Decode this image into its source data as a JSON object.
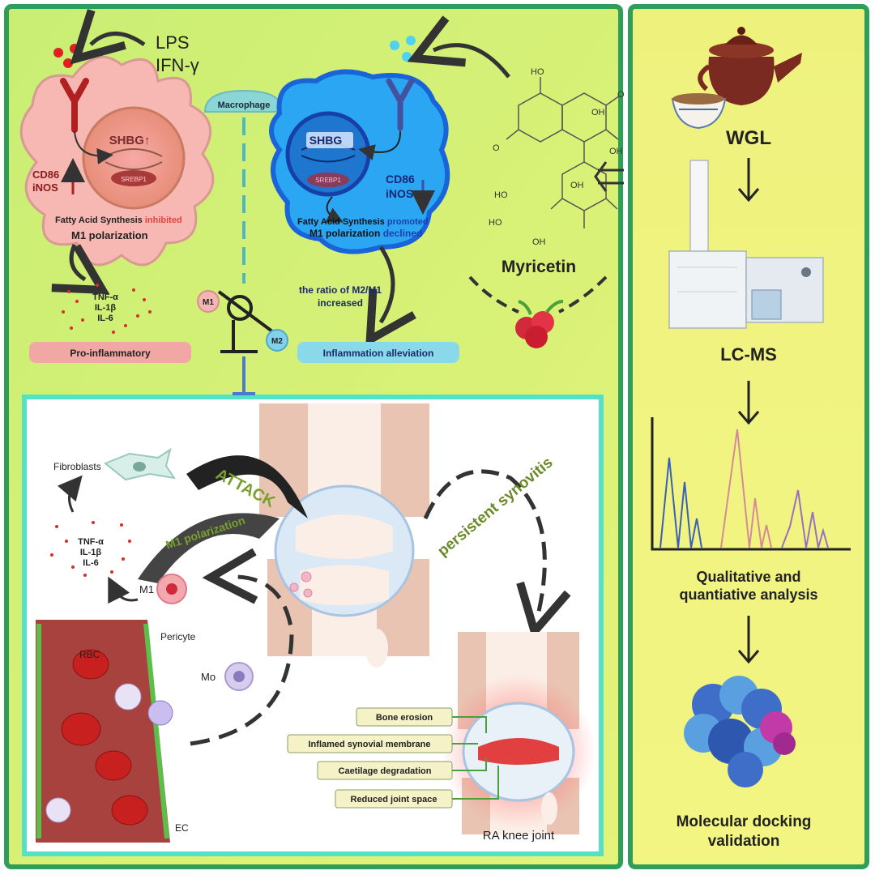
{
  "top_left": {
    "stimulus_lps": "LPS",
    "stimulus_ifn": "IFN-γ",
    "shbg_up": "SHBG↑",
    "srebp": "SREBP1",
    "markers_line1": "CD86",
    "markers_line2": "iNOS",
    "fatty_acid_prefix": "Fatty Acid Synthesis ",
    "fatty_acid_state": "inhibited",
    "m1_polarization": "M1 polarization",
    "cytokine_1": "TNF-α",
    "cytokine_2": "IL-1β",
    "cytokine_3": "IL-6",
    "label_pro_inflammatory": "Pro-inflammatory"
  },
  "center": {
    "macrophage": "Macrophage",
    "m1": "M1",
    "m2": "M2"
  },
  "top_right_cell": {
    "shbg": "SHBG",
    "srebp": "SREBP1",
    "markers_line1": "CD86",
    "markers_line2": "iNOS",
    "fatty_acid_prefix": "Fatty Acid Synthesis ",
    "fatty_acid_state": "promoted",
    "m1_prefix": "M1 polarization ",
    "m1_state": "declined",
    "ratio_line1": "the ratio of M2/M1",
    "ratio_line2": "increased",
    "label_inflammation_alleviation": "Inflammation alleviation"
  },
  "compound": {
    "oh_1": "HO",
    "oh_2": "OH",
    "oh_3": "OH",
    "oh_4": "HO",
    "oh_5": "OH",
    "oh_6": "HO",
    "oh_7": "OH",
    "keto": "O",
    "ring_o": "O",
    "name": "Myricetin"
  },
  "right_panel": {
    "wgl": "WGL",
    "lcms": "LC-MS",
    "analysis_line1": "Qualitative and",
    "analysis_line2": "quantiative analysis",
    "docking_line1": "Molecular docking",
    "docking_line2": "validation"
  },
  "bottom": {
    "fibroblasts": "Fibroblasts",
    "attack": "ATTACK",
    "m1_polarization": "M1 polarization",
    "persistent": "persistent synovitis",
    "cytokine_1": "TNF-α",
    "cytokine_2": "IL-1β",
    "cytokine_3": "IL-6",
    "m1": "M1",
    "mo": "Mo",
    "rbc": "RBC",
    "pericyte": "Pericyte",
    "ec": "EC",
    "bone_erosion": "Bone erosion",
    "inflamed": "Inflamed synovial membrane",
    "cartilage": "Caetilage degradation",
    "joint_space": "Reduced joint space",
    "ra_knee": "RA knee joint"
  },
  "colors": {
    "panel_green": "#d9f06a",
    "panel_yellow": "#eef27a",
    "frame_green": "#2f9e5a",
    "pro_inflammatory_red": "#c0262e",
    "alleviation_blue": "#2e6fd6"
  }
}
